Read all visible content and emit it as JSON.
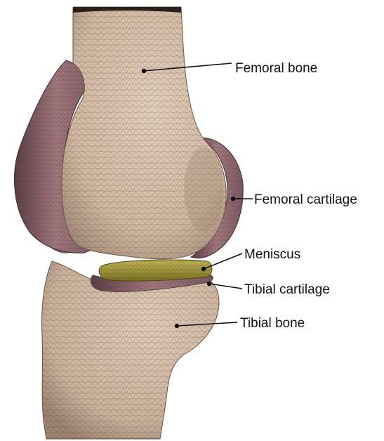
{
  "figure": {
    "labels": {
      "femoral_bone": "Femoral bone",
      "femoral_cartilage": "Femoral cartilage",
      "meniscus": "Meniscus",
      "tibial_cartilage": "Tibial cartilage",
      "tibial_bone": "Tibial bone"
    },
    "colors": {
      "bone": "#d9c3ae",
      "bone_shadow": "#b89e88",
      "cartilage": "#a07a80",
      "cartilage_dark": "#6e4f55",
      "meniscus": "#a59a3c",
      "mesh_line": "#3a2f28",
      "leader": "#111111"
    }
  }
}
